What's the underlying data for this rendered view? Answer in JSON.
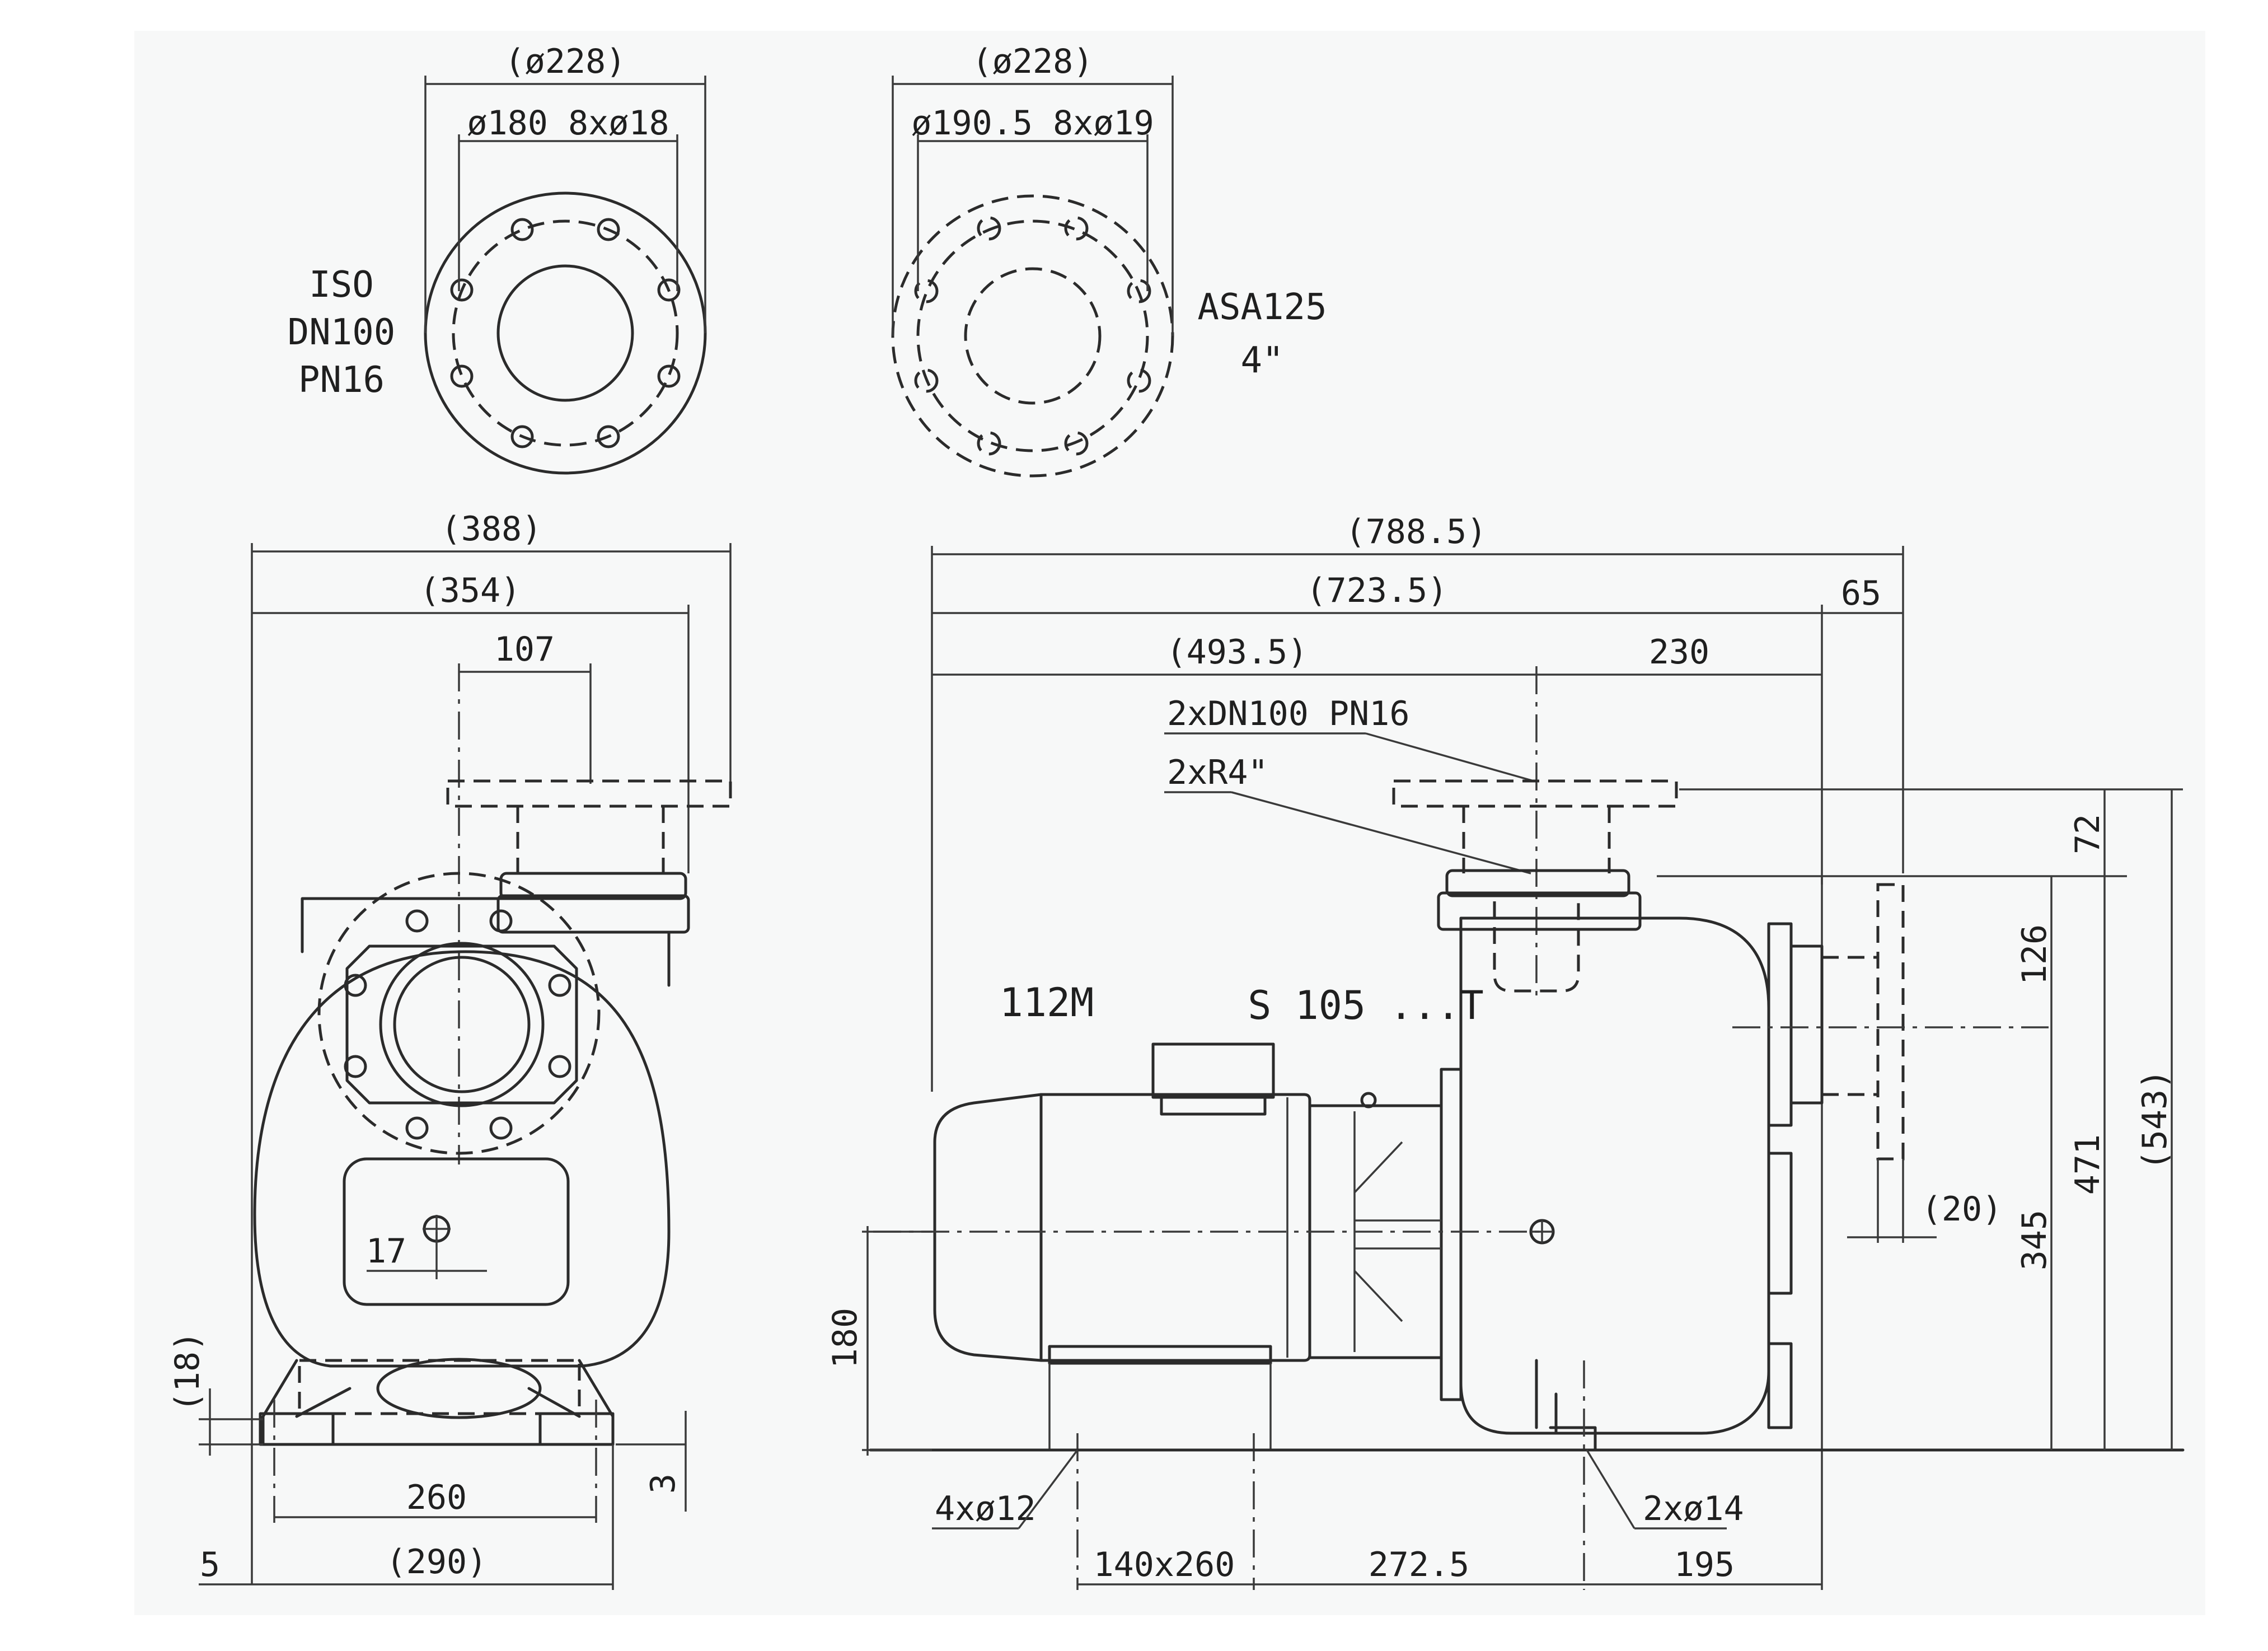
{
  "flange_iso": {
    "outer_dia": "(ø228)",
    "bolt_spec": "ø180  8xø18",
    "standard": "ISO",
    "size": "DN100",
    "pressure": "PN16"
  },
  "flange_asa": {
    "outer_dia": "(ø228)",
    "bolt_spec": "ø190.5  8xø19",
    "standard": "ASA125",
    "size": "4\""
  },
  "front_view": {
    "width_overall": "(388)",
    "width_flange": "(354)",
    "offset_outlet": "107",
    "offset_drain": "17",
    "foot_height": "(18)",
    "base_thickness": "3",
    "hole_spacing": "260",
    "base_width": "(290)",
    "edge_offset": "5"
  },
  "side_view": {
    "length_overall": "(788.5)",
    "length_main": "(723.5)",
    "length_right": "65",
    "length_outlet_pos": "(493.5)",
    "outlet_to_end": "230",
    "outlet_note_1": "2xDN100 PN16",
    "outlet_note_2": "2xR4\"",
    "motor_frame": "112M",
    "model": "S 105 ...T",
    "shaft_height": "180",
    "motor_holes": "4xø12",
    "motor_foot": "140x260",
    "foot_spacing": "272.5",
    "end_length": "195",
    "pump_holes": "2xø14",
    "h_flange": "72",
    "h_126": "126",
    "h_471": "471",
    "h_overall": "(543)",
    "h_345": "345",
    "offset_20": "(20)"
  }
}
